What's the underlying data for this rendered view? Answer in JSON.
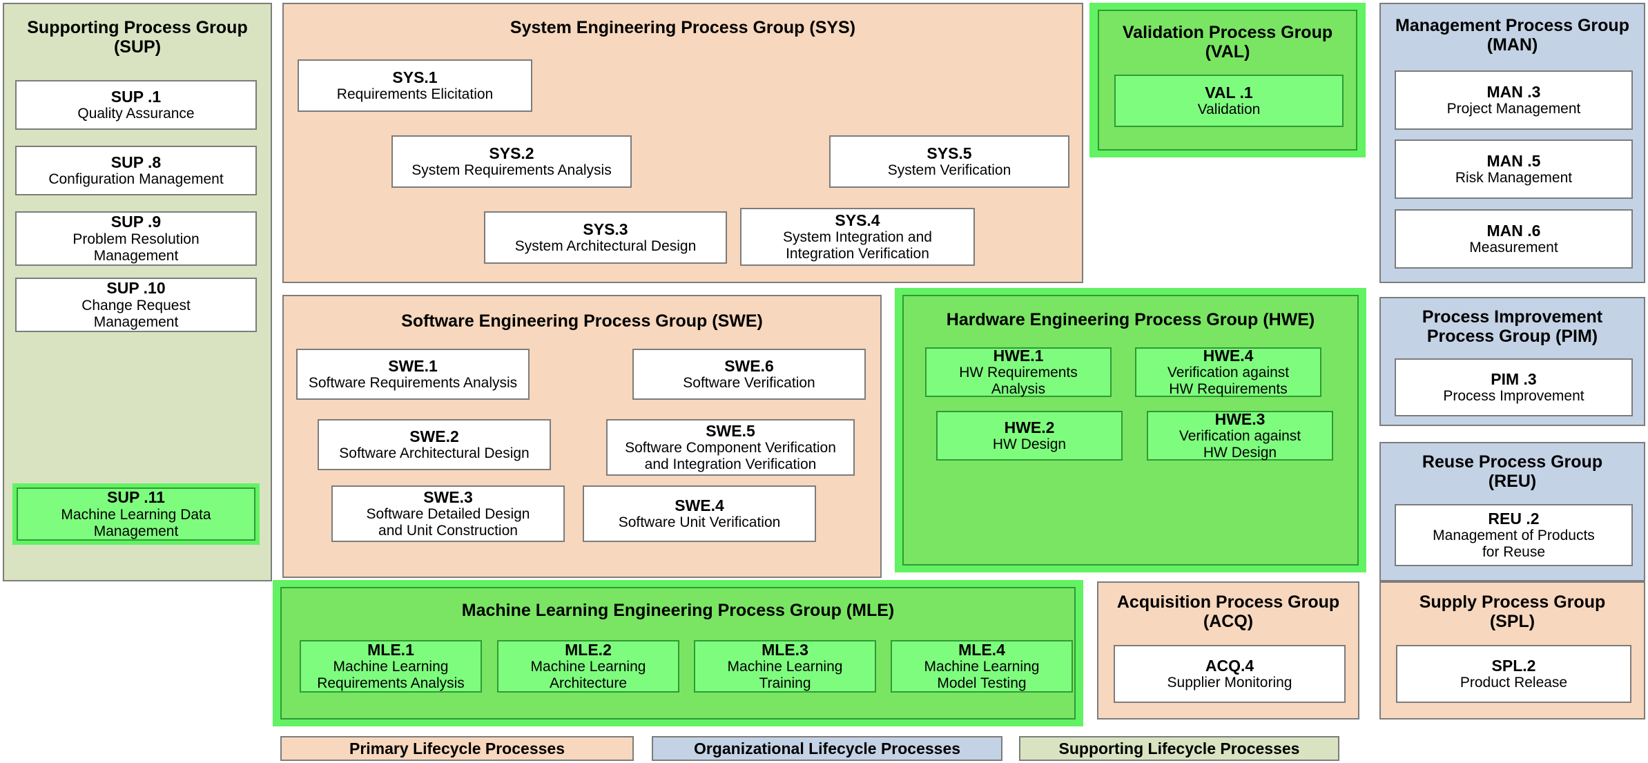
{
  "colors": {
    "primary_lifecycle": "#f7d7bd",
    "organizational_lifecycle": "#c4d2e5",
    "supporting_lifecycle": "#d9e3c1",
    "new_highlight_outer": "#62f263",
    "new_group_inner": "#79e563",
    "new_process_box": "#7efc7e",
    "border": "#7c7c7c",
    "green_border": "#2f9b35"
  },
  "groups": {
    "sup": {
      "title": "Supporting Process Group\n(SUP)",
      "processes": [
        {
          "id": "SUP .1",
          "name": "Quality Assurance"
        },
        {
          "id": "SUP .8",
          "name": "Configuration Management"
        },
        {
          "id": "SUP .9",
          "name": "Problem Resolution\nManagement"
        },
        {
          "id": "SUP .10",
          "name": "Change Request\nManagement"
        },
        {
          "id": "SUP .11",
          "name": "Machine Learning Data\nManagement"
        }
      ]
    },
    "sys": {
      "title": "System Engineering Process Group (SYS)",
      "processes": [
        {
          "id": "SYS.1",
          "name": "Requirements Elicitation"
        },
        {
          "id": "SYS.2",
          "name": "System Requirements Analysis"
        },
        {
          "id": "SYS.3",
          "name": "System Architectural Design"
        },
        {
          "id": "SYS.4",
          "name": "System Integration and\nIntegration Verification"
        },
        {
          "id": "SYS.5",
          "name": "System Verification"
        }
      ]
    },
    "val": {
      "title": "Validation Process Group\n(VAL)",
      "processes": [
        {
          "id": "VAL .1",
          "name": "Validation"
        }
      ]
    },
    "man": {
      "title": "Management Process Group\n(MAN)",
      "processes": [
        {
          "id": "MAN .3",
          "name": "Project Management"
        },
        {
          "id": "MAN .5",
          "name": "Risk Management"
        },
        {
          "id": "MAN .6",
          "name": "Measurement"
        }
      ]
    },
    "pim": {
      "title": "Process Improvement\nProcess Group (PIM)",
      "processes": [
        {
          "id": "PIM .3",
          "name": "Process Improvement"
        }
      ]
    },
    "reu": {
      "title": "Reuse Process Group\n(REU)",
      "processes": [
        {
          "id": "REU .2",
          "name": "Management of Products\nfor Reuse"
        }
      ]
    },
    "swe": {
      "title": "Software Engineering Process Group (SWE)",
      "processes": [
        {
          "id": "SWE.1",
          "name": "Software Requirements Analysis"
        },
        {
          "id": "SWE.2",
          "name": "Software Architectural Design"
        },
        {
          "id": "SWE.3",
          "name": "Software Detailed Design\nand Unit Construction"
        },
        {
          "id": "SWE.4",
          "name": "Software Unit Verification"
        },
        {
          "id": "SWE.5",
          "name": "Software Component Verification\nand Integration Verification"
        },
        {
          "id": "SWE.6",
          "name": "Software Verification"
        }
      ]
    },
    "hwe": {
      "title": "Hardware Engineering Process Group (HWE)",
      "processes": [
        {
          "id": "HWE.1",
          "name": "HW Requirements\nAnalysis"
        },
        {
          "id": "HWE.2",
          "name": "HW Design"
        },
        {
          "id": "HWE.3",
          "name": "Verification against\nHW Design"
        },
        {
          "id": "HWE.4",
          "name": "Verification against\nHW Requirements"
        }
      ]
    },
    "mle": {
      "title": "Machine Learning Engineering Process Group (MLE)",
      "processes": [
        {
          "id": "MLE.1",
          "name": "Machine Learning\nRequirements Analysis"
        },
        {
          "id": "MLE.2",
          "name": "Machine Learning\nArchitecture"
        },
        {
          "id": "MLE.3",
          "name": "Machine Learning\nTraining"
        },
        {
          "id": "MLE.4",
          "name": "Machine Learning\nModel Testing"
        }
      ]
    },
    "acq": {
      "title": "Acquisition Process Group\n(ACQ)",
      "processes": [
        {
          "id": "ACQ.4",
          "name": "Supplier Monitoring"
        }
      ]
    },
    "spl": {
      "title": "Supply Process Group\n(SPL)",
      "processes": [
        {
          "id": "SPL.2",
          "name": "Product Release"
        }
      ]
    }
  },
  "legend": [
    {
      "label": "Primary Lifecycle Processes"
    },
    {
      "label": "Organizational Lifecycle Processes"
    },
    {
      "label": "Supporting Lifecycle Processes"
    }
  ]
}
